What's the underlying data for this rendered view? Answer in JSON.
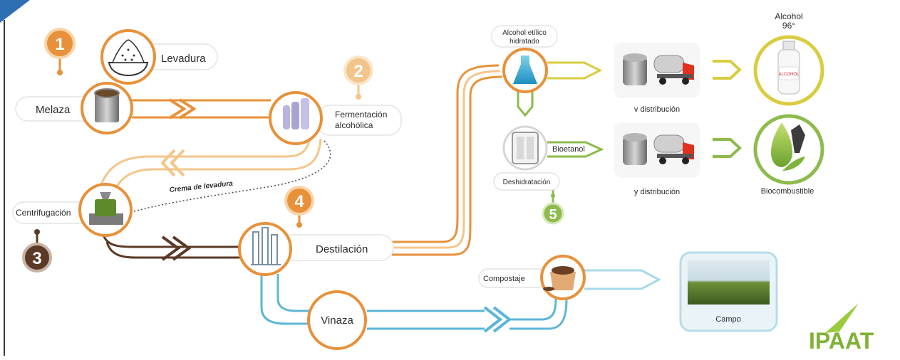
{
  "steps": {
    "one": "1",
    "two": "2",
    "three": "3",
    "four": "4",
    "five": "5"
  },
  "labels": {
    "levadura": "Levadura",
    "melaza": "Melaza",
    "fermentacion_line1": "Fermentación",
    "fermentacion_line2": "alcohólica",
    "crema": "Crema de levadura",
    "centrifugacion": "Centrifugación",
    "destilacion": "Destilación",
    "vinaza": "Vinaza",
    "compostaje": "Compostaje",
    "campo": "Campo",
    "alcohol_etilico_line1": "Alcohol etílico",
    "alcohol_etilico_line2": "hidratado",
    "deshidratacion": "Deshidratación",
    "bioetanol": "Bioetanol",
    "distribucion_top": "v distribución",
    "distribucion_bottom": "y distribución",
    "alcohol96_line1": "Alcohol",
    "alcohol96_line2": "96°",
    "biocombustible": "Biocombustible",
    "bottle_text": "ALCOHOL",
    "logo_text": "IPAAT"
  },
  "colors": {
    "orange": "#e8913a",
    "light_orange": "#f4c58b",
    "brown": "#5a3a26",
    "green": "#8dbb4c",
    "yellow": "#d9cc3f",
    "blue": "#5bb6d8",
    "light_blue": "#a9d9ea",
    "corner": "#2d6fb3"
  }
}
